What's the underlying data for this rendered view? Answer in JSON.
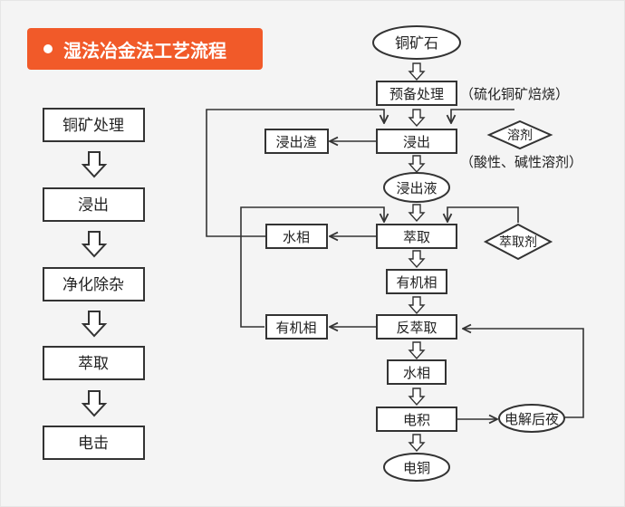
{
  "title": "湿法冶金法工艺流程",
  "left_steps": [
    "铜矿处理",
    "浸出",
    "净化除杂",
    "萃取",
    "电击"
  ],
  "flow": {
    "ore": "铜矿石",
    "pretreat": "预备处理",
    "pretreat_note": "（硫化铜矿焙烧）",
    "leach": "浸出",
    "residue": "浸出渣",
    "solvent": "溶剂",
    "solvent_note": "（酸性、碱性溶剂）",
    "leachate": "浸出液",
    "extract": "萃取",
    "aqueous1": "水相",
    "extractant": "萃取剂",
    "organic1": "有机相",
    "strip": "反萃取",
    "organic2": "有机相",
    "aqueous2": "水相",
    "electro": "电积",
    "spent": "电解后夜",
    "copper": "电铜"
  }
}
